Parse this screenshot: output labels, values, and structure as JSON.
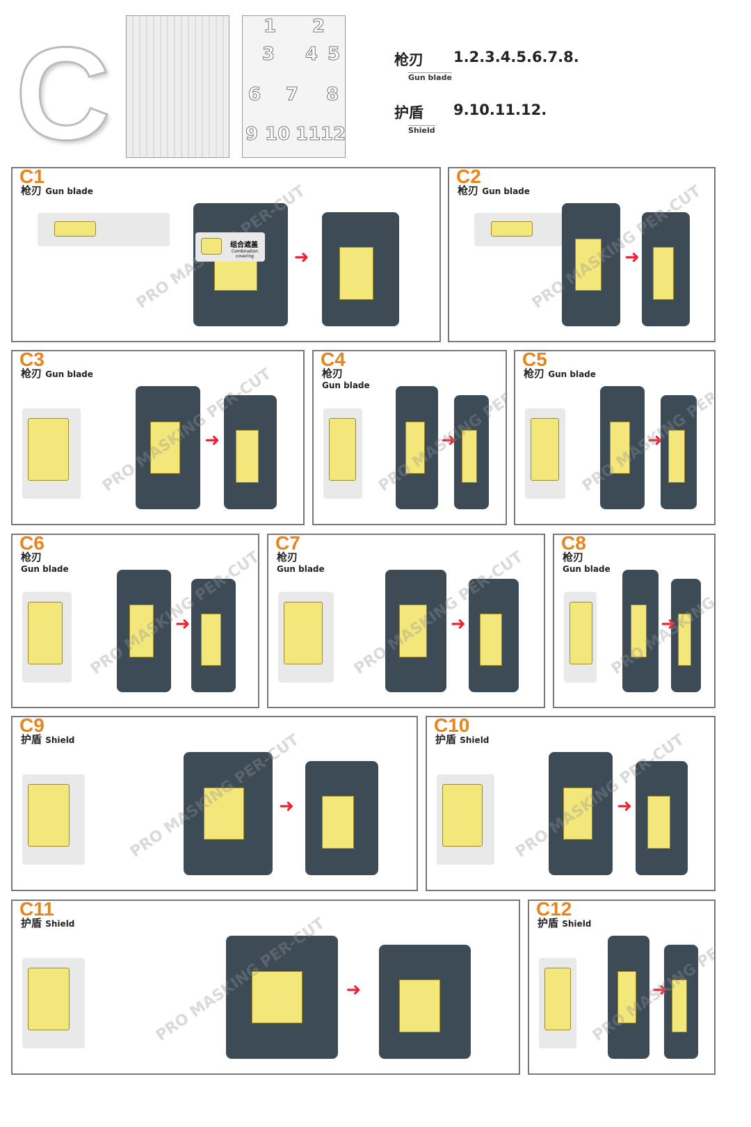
{
  "header": {
    "letter": "C",
    "sheet_numbers": [
      "1",
      "2",
      "3",
      "4",
      "5",
      "6",
      "7",
      "8",
      "9",
      "10",
      "11",
      "12"
    ],
    "legend": [
      {
        "cn": "枪刃",
        "en": "Gun blade",
        "parts": "1.2.3.4.5.6.7.8."
      },
      {
        "cn": "护盾",
        "en": "Shield",
        "parts": "9.10.11.12."
      }
    ]
  },
  "watermark": "PRO MASKING PER-CUT",
  "c1_note": {
    "cn": "组合遮盖",
    "en": "Combination covering"
  },
  "panels": [
    {
      "id": "C1",
      "cn": "枪刃",
      "en": "Gun blade"
    },
    {
      "id": "C2",
      "cn": "枪刃",
      "en": "Gun blade"
    },
    {
      "id": "C3",
      "cn": "枪刃",
      "en": "Gun blade"
    },
    {
      "id": "C4",
      "cn": "枪刃",
      "en": "Gun blade"
    },
    {
      "id": "C5",
      "cn": "枪刃",
      "en": "Gun blade"
    },
    {
      "id": "C6",
      "cn": "枪刃",
      "en": "Gun blade"
    },
    {
      "id": "C7",
      "cn": "枪刃",
      "en": "Gun blade"
    },
    {
      "id": "C8",
      "cn": "枪刃",
      "en": "Gun blade"
    },
    {
      "id": "C9",
      "cn": "护盾",
      "en": "Shield"
    },
    {
      "id": "C10",
      "cn": "护盾",
      "en": "Shield"
    },
    {
      "id": "C11",
      "cn": "护盾",
      "en": "Shield"
    },
    {
      "id": "C12",
      "cn": "护盾",
      "en": "Shield"
    }
  ],
  "colors": {
    "accent": "#e8841a",
    "mask_yellow": "#f3e67a",
    "part_gray": "#3d4b57",
    "arrow": "#e22233"
  }
}
